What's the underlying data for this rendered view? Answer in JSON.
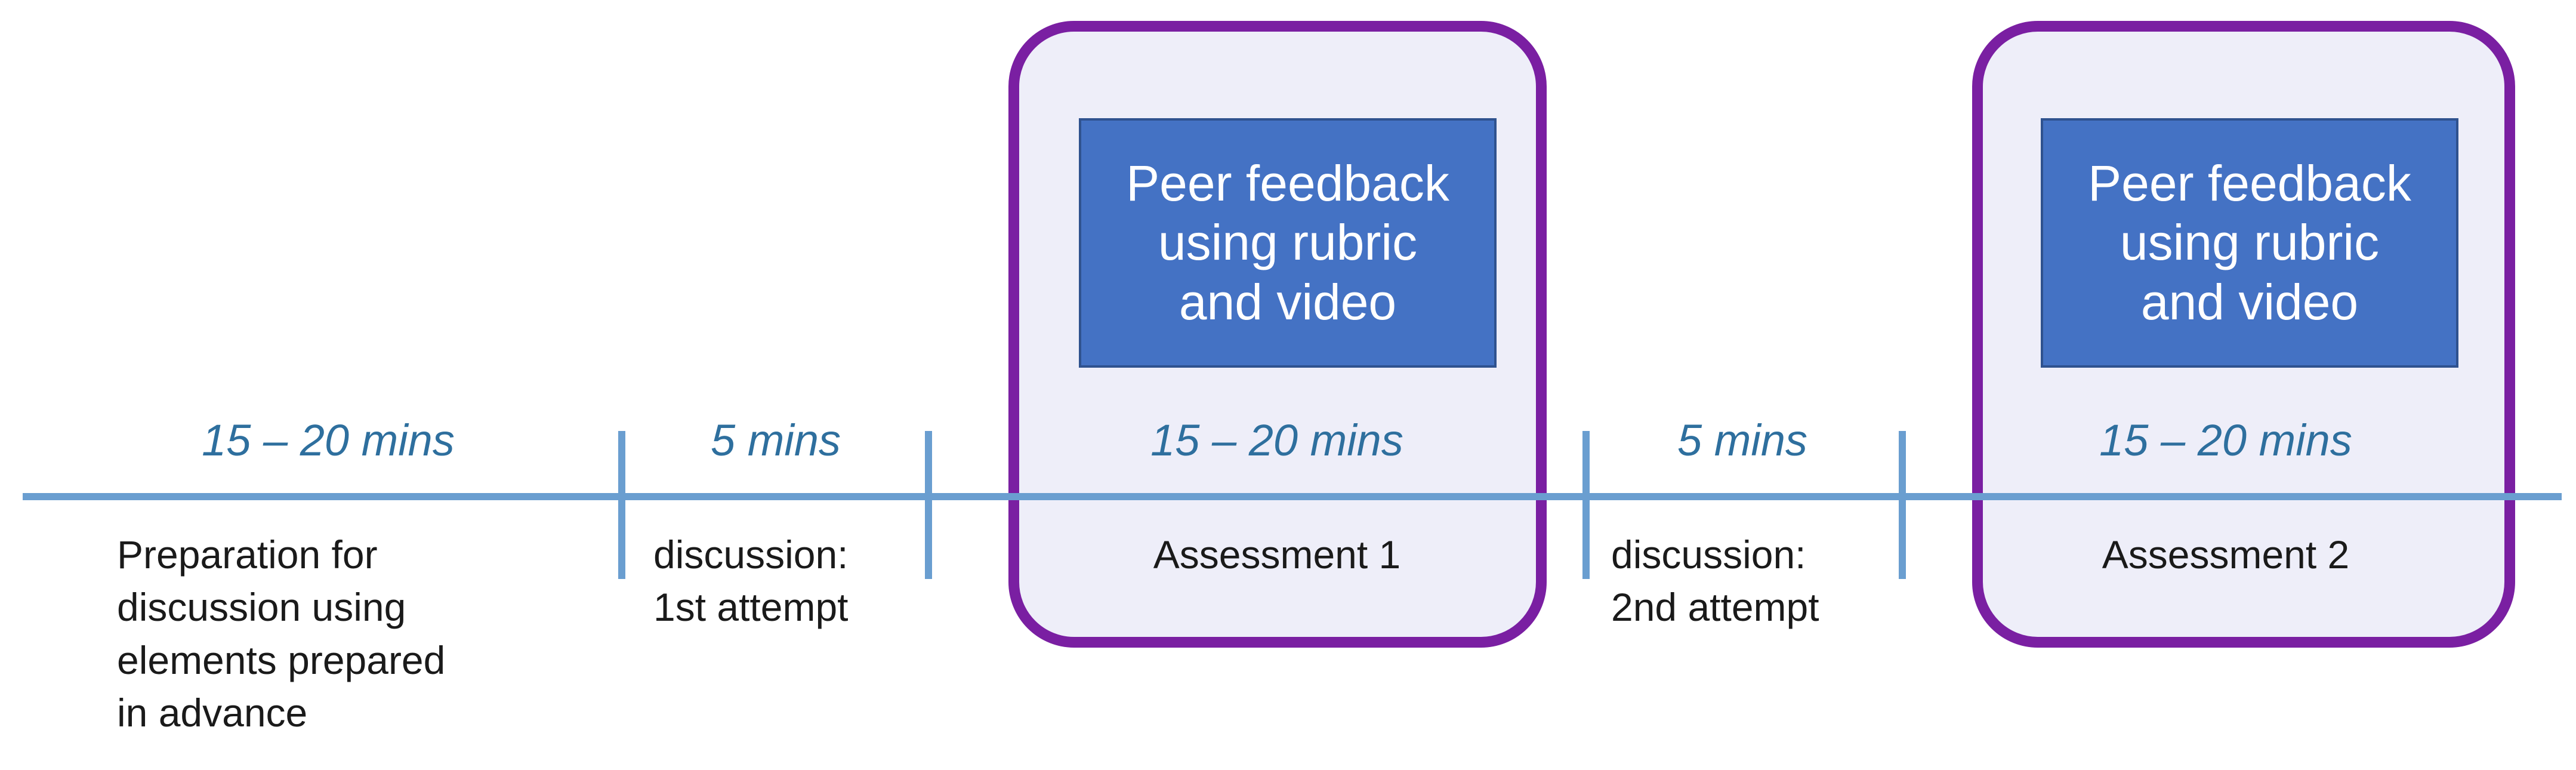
{
  "feedback_boxes": [
    {
      "text": "Peer feedback\nusing rubric\nand video",
      "color": "#4472c4"
    },
    {
      "text": "Peer feedback\nusing rubric\nand video",
      "color": "#4472c4"
    }
  ],
  "assessment_frame_color": "#7a1fa2",
  "timeline_color": "#6a9ed0",
  "durations": [
    "15 – 20 mins",
    "5 mins",
    "15 – 20 mins",
    "5 mins",
    "15 – 20 mins"
  ],
  "stages": [
    "Preparation for\ndiscussion using\nelements prepared\nin advance",
    "discussion:\n1st attempt",
    "Assessment 1",
    "discussion:\n2nd attempt",
    "Assessment 2"
  ]
}
